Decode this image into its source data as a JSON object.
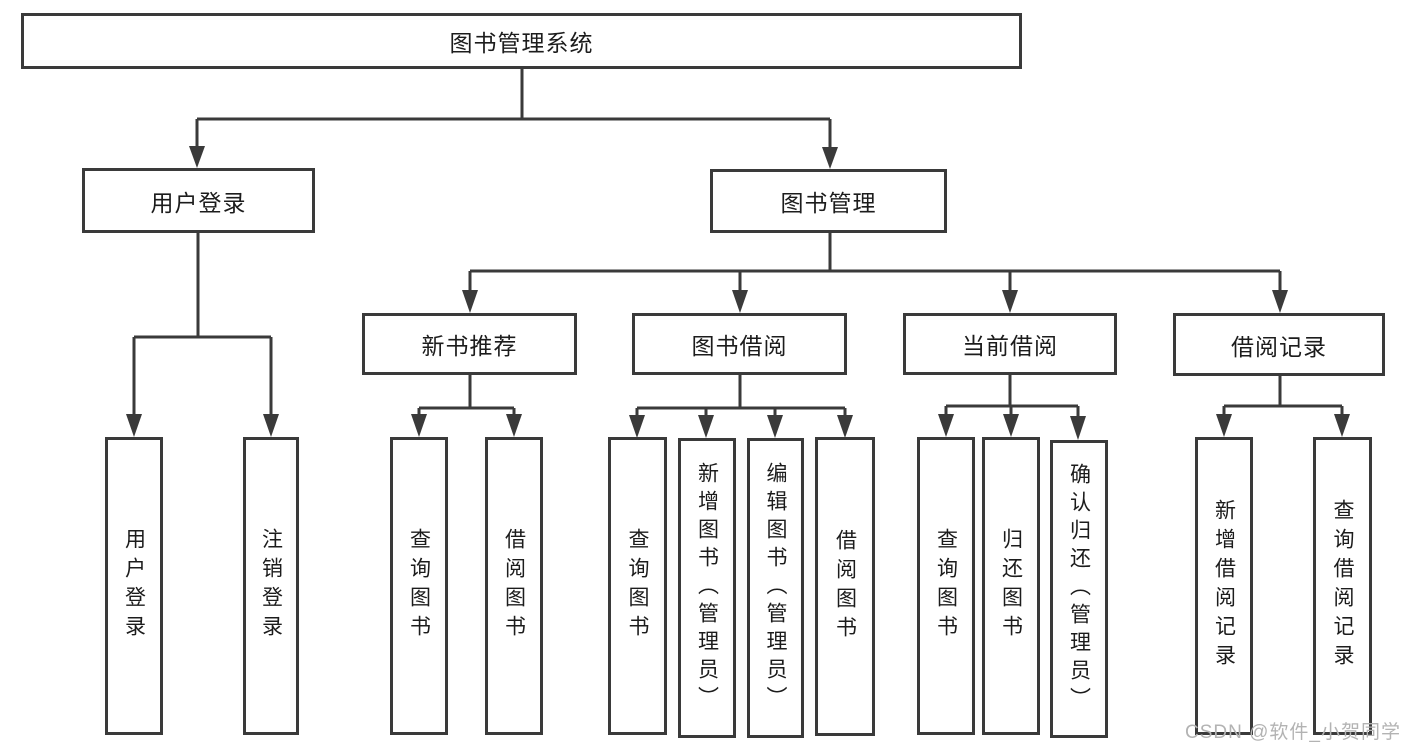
{
  "colors": {
    "line": "#3a3a3a",
    "text": "#1c1c1c",
    "watermark": "#b3b3b3",
    "background": "#ffffff"
  },
  "watermark": "CSDN @软件_小贺同学",
  "tree": {
    "root": {
      "label": "图书管理系统"
    },
    "branches": [
      {
        "label": "用户登录",
        "children": [
          {
            "label": "用户登录"
          },
          {
            "label": "注销登录"
          }
        ]
      },
      {
        "label": "图书管理",
        "children": [
          {
            "label": "新书推荐",
            "children": [
              {
                "label": "查询图书"
              },
              {
                "label": "借阅图书"
              }
            ]
          },
          {
            "label": "图书借阅",
            "children": [
              {
                "label": "查询图书"
              },
              {
                "label": "新增图书（管理员）"
              },
              {
                "label": "编辑图书（管理员）"
              },
              {
                "label": "借阅图书"
              }
            ]
          },
          {
            "label": "当前借阅",
            "children": [
              {
                "label": "查询图书"
              },
              {
                "label": "归还图书"
              },
              {
                "label": "确认归还（管理员）"
              }
            ]
          },
          {
            "label": "借阅记录",
            "children": [
              {
                "label": "新增借阅记录"
              },
              {
                "label": "查询借阅记录"
              }
            ]
          }
        ]
      }
    ]
  }
}
